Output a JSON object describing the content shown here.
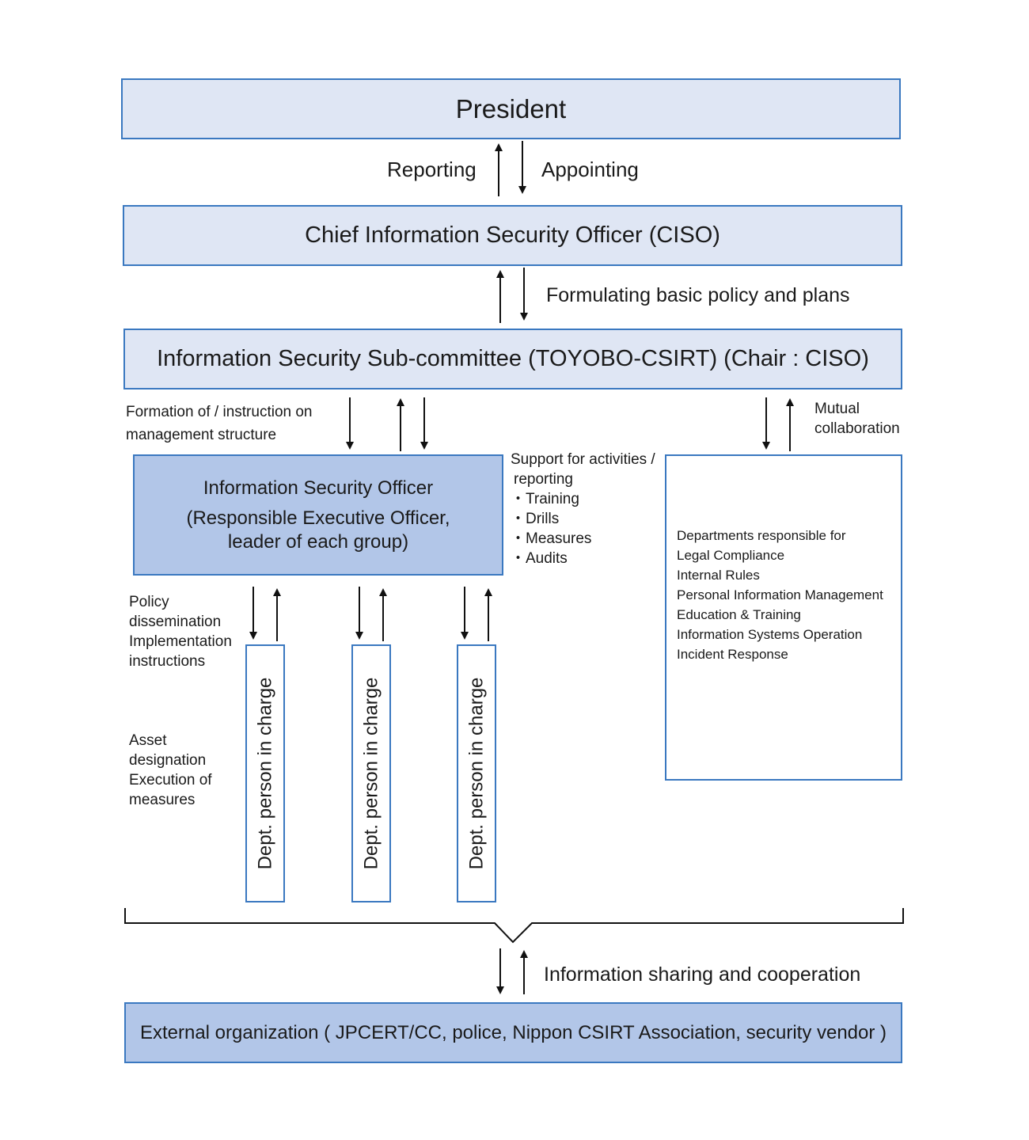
{
  "nodes": {
    "president": "President",
    "ciso": "Chief Information Security Officer (CISO)",
    "subcommittee": "Information Security Sub-committee (TOYOBO-CSIRT) (Chair : CISO)",
    "info_security_officer": {
      "line1": "Information Security Officer",
      "line2": "(Responsible Executive Officer,",
      "line3": "leader of each group)"
    },
    "departments": {
      "title": "Departments responsible for",
      "items": [
        "Legal Compliance",
        "Internal Rules",
        "Personal Information Management",
        "Education & Training",
        "Information Systems Operation",
        "Incident Response"
      ]
    },
    "dept_person": [
      "Dept. person in charge",
      "Dept. person in charge",
      "Dept. person in charge"
    ],
    "external": "External organization ( JPCERT/CC, police, Nippon CSIRT Association, security vendor )"
  },
  "labels": {
    "reporting": "Reporting",
    "appointing": "Appointing",
    "formulating": "Formulating basic policy and plans",
    "formation": [
      "Formation of / instruction on",
      "management structure"
    ],
    "mutual": [
      "Mutual",
      "collaboration"
    ],
    "support": [
      "Support for activities /",
      "reporting",
      "・Training",
      "・Drills",
      "・Measures",
      "・Audits"
    ],
    "policy": [
      "Policy",
      "dissemination",
      "Implementation",
      "instructions"
    ],
    "asset": [
      "Asset",
      "designation",
      "Execution of",
      "measures"
    ],
    "info_sharing": "Information sharing and cooperation"
  }
}
